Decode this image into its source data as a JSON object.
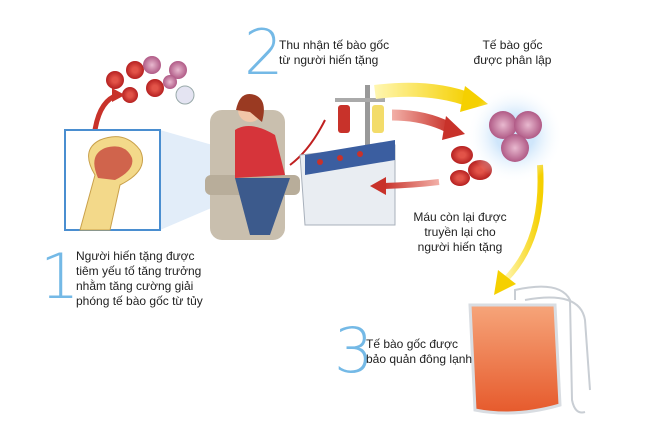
{
  "steps": [
    {
      "number": "1",
      "lines": [
        "Người hiến tặng được",
        "tiêm yếu tố tăng trưởng",
        "nhằm tăng cường giải",
        "phóng tế bào gốc từ tủy"
      ]
    },
    {
      "number": "2",
      "lines": [
        "Thu nhận tế bào gốc",
        "từ người hiến tặng"
      ]
    },
    {
      "number": "3",
      "lines": [
        "Tế bào gốc được",
        "bảo quản đông lạnh"
      ]
    }
  ],
  "labels": {
    "isolated": [
      "Tế bào gốc",
      "được phân lập"
    ],
    "returned": [
      "Máu còn lại được",
      "truyền lại cho",
      "người hiến tặng"
    ]
  },
  "colors": {
    "accent": "#74b9e6",
    "arrow_yellow": "#f5d000",
    "arrow_red": "#c8322a",
    "bag": "#f07a4a"
  }
}
